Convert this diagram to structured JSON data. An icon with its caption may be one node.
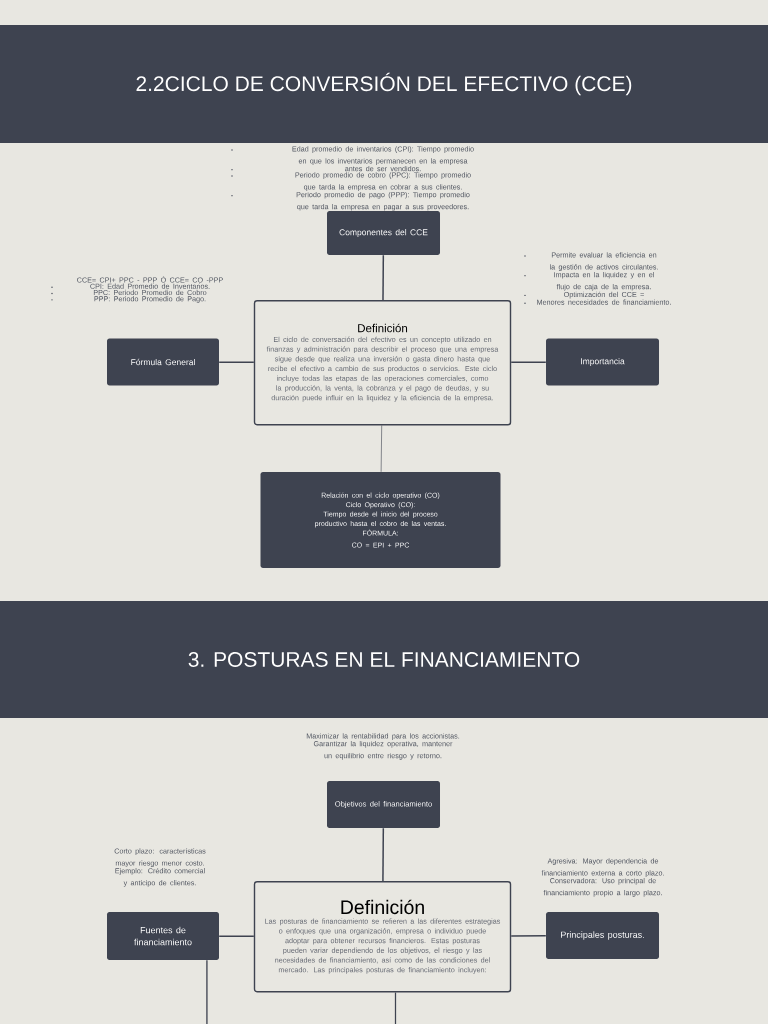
{
  "diagram": {
    "nodes": [
      {
        "text": [
          "2.2CICLO DE CONVERSIÓN DEL EFECTIVO (CCE)"
        ]
      },
      {
        "text": [
          "Componentes del CCE"
        ],
        "beside": [
          "Edad promedio de inventarios (CPI): Tiempo promedio en que los inventarios permanecen en la empresa",
          "antes de ser vendidos.",
          "Periodo promedio de cobro (PPC): Tiempo promedio que tarda la empresa en cobrar a sus clientes.",
          "Periodo promedio de pago (PPP): Tiempo promedio que tarda la empresa en pagar a sus proveedores."
        ]
      },
      {
        "text": [
          "Definición",
          "El ciclo de conversación del efectivo es un concepto utilizado en finanzas y administración para describir el proceso que una empresa sigue desde que realiza una inversión o gasta dinero hasta que recibe el efectivo a cambio de sus productos o servicios. Este ciclo incluye todas las etapas de las operaciones comerciales, como la producción, la venta, la cobranza y el pago de deudas, y su duración puede influir en la liquidez y la eficiencia de la empresa."
        ]
      },
      {
        "text": [
          "Fórmula General"
        ],
        "beside": [
          "CCE= CPI+ PPC - PPP Ó CCE= CO -PPP",
          "CPI: Edad Promedio de Inventarios.",
          "PPC: Periodo Promedio de Cobro",
          "PPP: Periodo Promedio de Pago."
        ]
      },
      {
        "text": [
          "Importancia"
        ],
        "beside": [
          "Permite evaluar la eficiencia en la gestión de activos circulantes.",
          "Impacta en la liquidez y en el flujo de caja de la empresa.",
          "Optimización del CCE =",
          "Menores necesidades de financiamiento."
        ]
      },
      {
        "text": [
          "Relación con el ciclo operativo (CO)",
          "Ciclo Operativo (CO):",
          "Tiempo desde el inicio del proceso productivo hasta el cobro de las ventas.",
          "FÓRMULA:",
          "CO = EPI + PPC"
        ]
      },
      {
        "text": [
          "3. POSTURAS EN EL FINANCIAMIENTO"
        ]
      },
      {
        "text": [
          "Objetivos del financiamiento"
        ],
        "beside": [
          "Maximizar la rentabilidad para los accionistas.",
          "Garantizar la liquidez operativa, mantener un equilibrio entre riesgo y retorno."
        ]
      },
      {
        "text": [
          "Definición",
          "Las posturas de financiamiento se refieren a las diferentes estrategias o enfoques que una organización, empresa o individuo puede adoptar para obtener recursos financieros. Estas posturas pueden variar dependiendo de los objetivos, el riesgo y las necesidades de financiamiento, así como de las condiciones del mercado. Las principales posturas de financiamiento incluyen:"
        ]
      },
      {
        "text": [
          "Fuentes de financiamiento"
        ],
        "beside": [
          "Corto plazo: características mayor riesgo menor costo.",
          "Ejemplo: Crédito comercial y anticipo de clientes."
        ]
      },
      {
        "text": [
          "Principales posturas."
        ],
        "beside": [
          "Agresiva: Mayor dependencia de financiamiento externa a corto plazo.",
          "Conservadora: Uso principal de financiamiento propio a largo plazo."
        ]
      }
    ],
    "edges": [
      {
        "from": 1,
        "to": 2,
        "arrow": "none"
      },
      {
        "from": 3,
        "to": 2,
        "arrow": "none"
      },
      {
        "from": 2,
        "to": 4,
        "arrow": "none"
      },
      {
        "from": 2,
        "to": 5,
        "arrow": "none"
      },
      {
        "from": 7,
        "to": 8,
        "arrow": "none"
      },
      {
        "from": 9,
        "to": 8,
        "arrow": "none"
      },
      {
        "from": 8,
        "to": 10,
        "arrow": "none"
      },
      {
        "from": 9,
        "to": null,
        "arrow": "none"
      },
      {
        "from": 8,
        "to": null,
        "arrow": "none"
      }
    ]
  }
}
